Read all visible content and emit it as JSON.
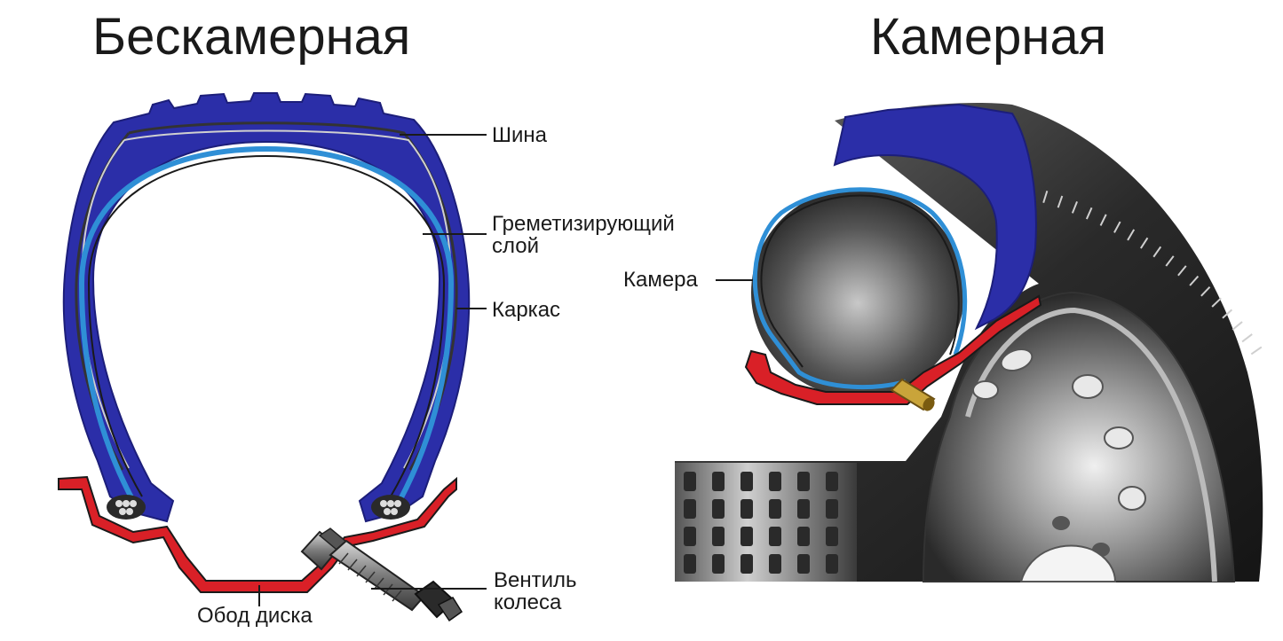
{
  "titles": {
    "tubeless": "Бескамерная",
    "tube": "Камерная"
  },
  "labels": {
    "tire": "Шина",
    "sealing_layer_line1": "Греметизирующий",
    "sealing_layer_line2": "слой",
    "carcass": "Каркас",
    "valve_line1": "Вентиль",
    "valve_line2": "колеса",
    "rim": "Обод диска",
    "tube": "Камера"
  },
  "colors": {
    "tread": "#2b2ea8",
    "tread_dark": "#1c1e7a",
    "liner": "#2f8fd6",
    "rim": "#d92027",
    "carcass": "#3a3a3a",
    "valve": "#8a8a8a",
    "valve_gold": "#c9a43a"
  },
  "icons": {
    "valve": "valve-stem-icon",
    "wheel": "wheel-disc-icon"
  }
}
